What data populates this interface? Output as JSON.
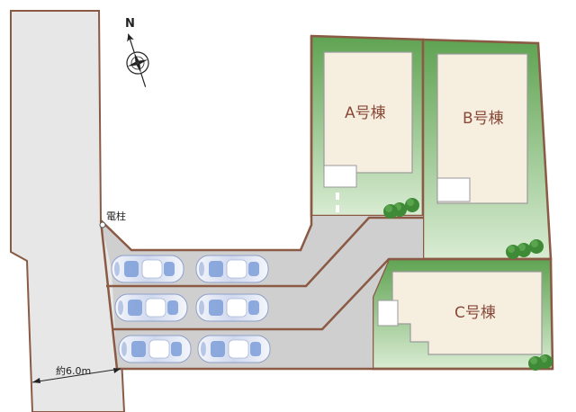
{
  "compass": {
    "north_label": "N"
  },
  "labels": {
    "utility_pole": "電柱",
    "road_width": "約6.0m"
  },
  "buildings": [
    {
      "key": "A",
      "label": "A号棟"
    },
    {
      "key": "B",
      "label": "B号棟"
    },
    {
      "key": "C",
      "label": "C号棟"
    }
  ],
  "parking": {
    "rows": 3,
    "cars_per_row": 2
  },
  "colors": {
    "lot_green": "#78b56a",
    "boundary_brown": "#8a5a44",
    "building_fill": "#f6efe0",
    "driveway_gray": "#cfcfcf",
    "road_gray": "#e7e7e7",
    "label_brown": "#8a4a3a"
  }
}
